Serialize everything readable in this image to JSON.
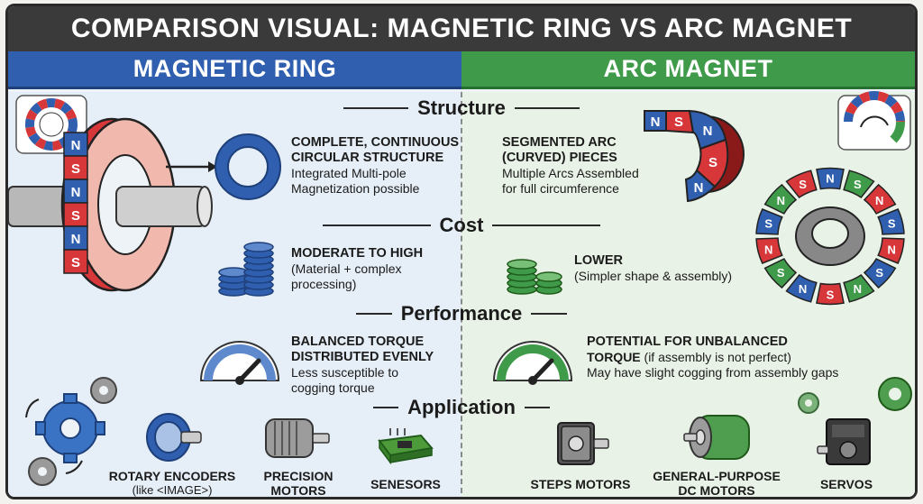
{
  "title": "COMPARISON VISUAL: MAGNETIC RING VS ARC MAGNET",
  "columns": {
    "left": "MAGNETIC RING",
    "right": "ARC MAGNET"
  },
  "sections": {
    "structure": "Structure",
    "cost": "Cost",
    "performance": "Performance",
    "application": "Application"
  },
  "ring": {
    "structure_title_1": "COMPLETE, CONTINUOUS",
    "structure_title_2": "CIRCULAR STRUCTURE",
    "structure_desc_1": "Integrated Multi-pole",
    "structure_desc_2": "Magnetization possible",
    "cost_title": "MODERATE TO HIGH",
    "cost_desc_1": "(Material + complex",
    "cost_desc_2": "processing)",
    "perf_title_1": "BALANCED TORQUE",
    "perf_title_2": "DISTRIBUTED EVENLY",
    "perf_desc_1": "Less susceptible to",
    "perf_desc_2": "cogging torque",
    "apps": [
      {
        "label": "ROTARY ENCODERS",
        "sub": "(like <IMAGE>)"
      },
      {
        "label": "PRECISION",
        "sub_bold": "MOTORS"
      },
      {
        "label": "SENESORS"
      }
    ]
  },
  "arc": {
    "structure_title_1": "SEGMENTED ARC",
    "structure_title_2": "(CURVED) PIECES",
    "structure_desc_1": "Multiple Arcs Assembled",
    "structure_desc_2": "for full circumference",
    "cost_title": "LOWER",
    "cost_desc": "(Simpler shape & assembly)",
    "perf_title_1": "POTENTIAL FOR UNBALANCED",
    "perf_title_2": "TORQUE",
    "perf_title_2_suffix": " (if assembly is not perfect)",
    "perf_desc": "May have slight cogging from assembly gaps",
    "apps": [
      {
        "label": "STEPS MOTORS"
      },
      {
        "label": "GENERAL-PURPOSE",
        "sub_bold": "DC MOTORS"
      },
      {
        "label": "SERVOS"
      }
    ]
  },
  "pole_n": "N",
  "pole_s": "S",
  "colors": {
    "blue": "#2f5fae",
    "green": "#3f9a4a",
    "red": "#d8373a",
    "dark": "#3a3a3a"
  }
}
